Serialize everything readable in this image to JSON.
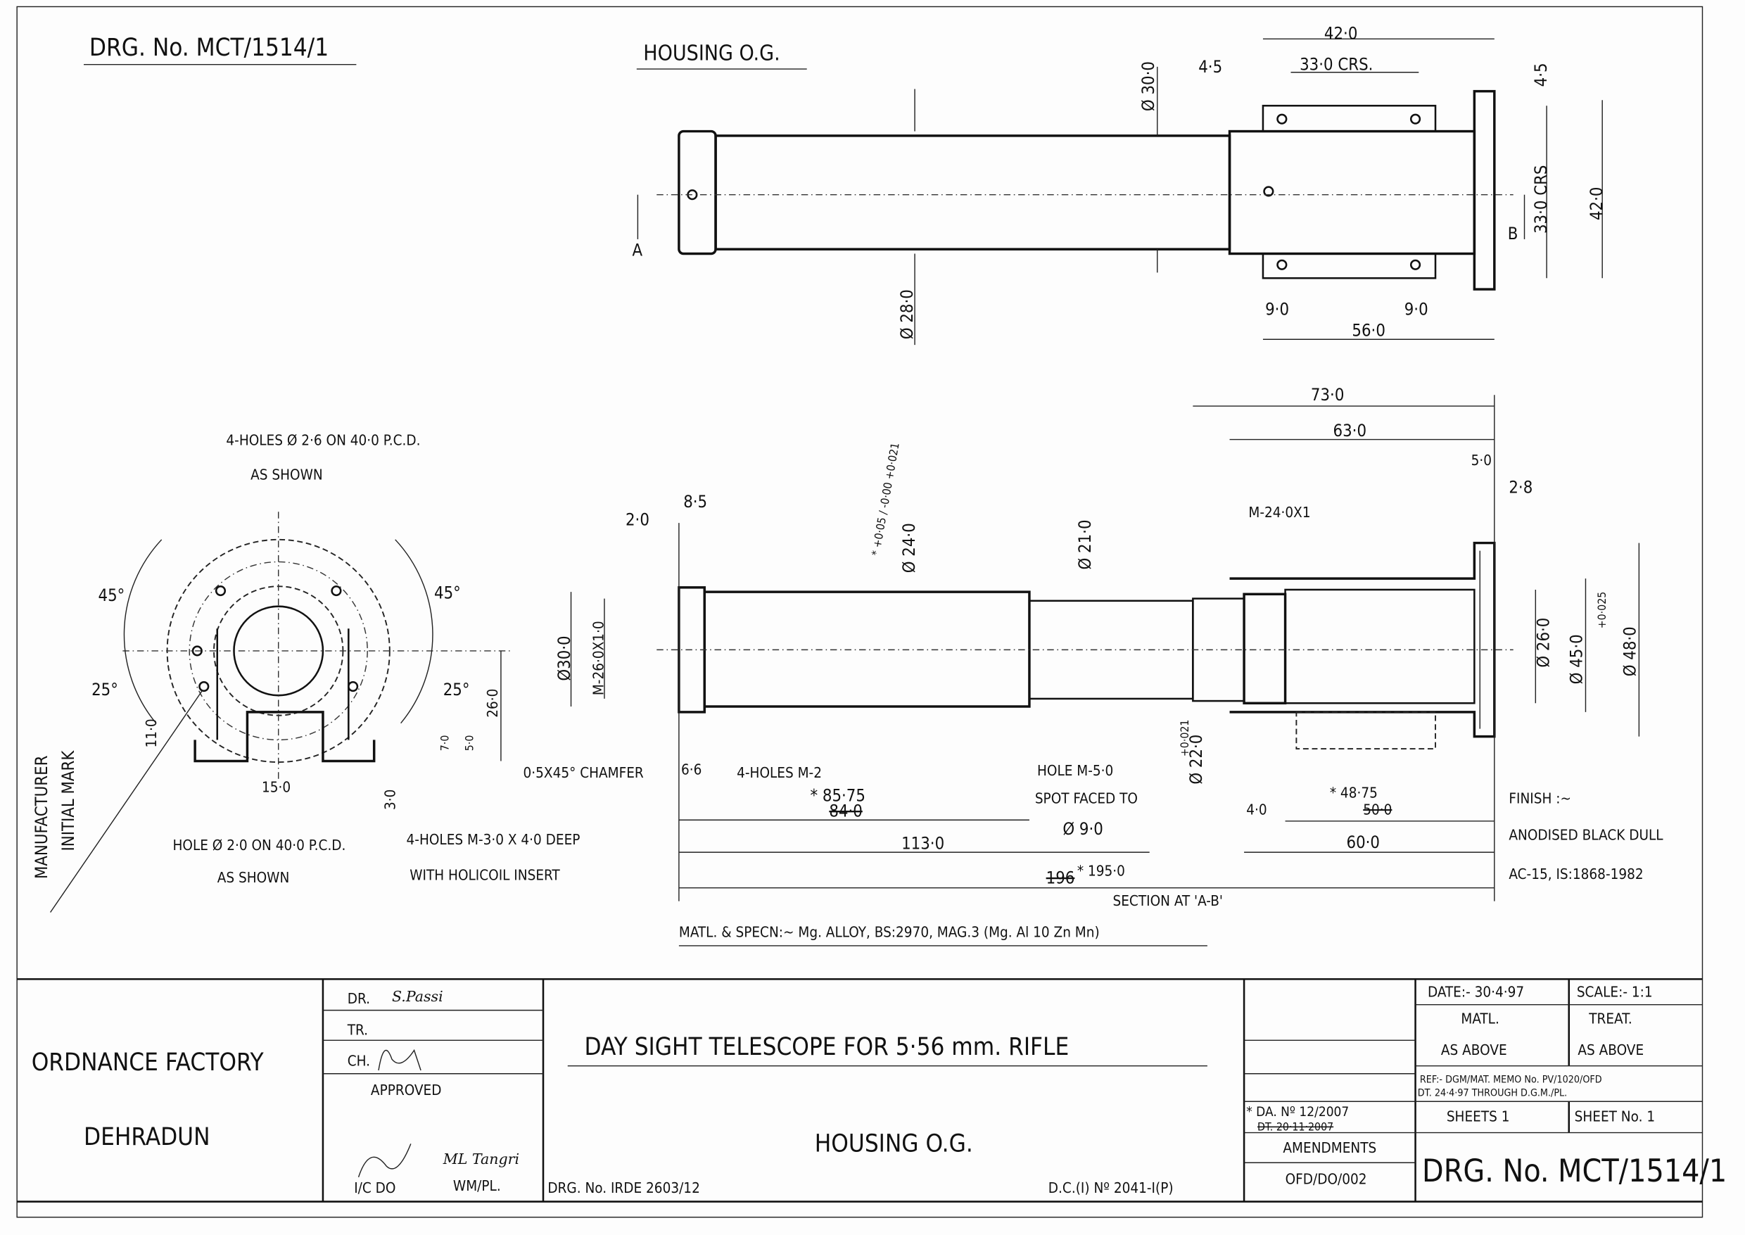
{
  "header": {
    "drawing_number_top": "DRG. No. MCT/1514/1",
    "part_title_top": "HOUSING O.G."
  },
  "top_view": {
    "dims": [
      "42·0",
      "33·0 CRS.",
      "4·5",
      "Ø 30·0",
      "4·5",
      "33·0 CRS",
      "42·0",
      "9·0",
      "9·0",
      "56·0",
      "Ø 28·0"
    ],
    "section_marks": [
      "A",
      "B"
    ]
  },
  "section_view": {
    "dims": {
      "d73": "73·0",
      "d63": "63·0",
      "d5": "5·0",
      "d2_8": "2·8",
      "d2": "2·0",
      "d8_5": "8·5",
      "d24": "Ø 24·0",
      "tol24": "* +0·05 / -0·00  +0·021",
      "d21": "Ø 21·0",
      "thread24": "M-24·0X1",
      "d30": "Ø30·0",
      "thread26": "M-26·0X1·0",
      "d26": "Ø 26·0",
      "d45": "Ø 45·0",
      "tol45": "+0·025",
      "d48": "Ø 48·0",
      "d22": "Ø 22·0",
      "tol22": "+0·021",
      "d6_6": "6·6",
      "d85_75": "* 85·75",
      "d84": "84·0",
      "d113": "113·0",
      "d196": "196",
      "d195": "* 195·0",
      "d4": "4·0",
      "d48_75": "* 48·75",
      "d50": "50·0",
      "d60": "60·0"
    },
    "notes": {
      "chamfer": "0·5X45° CHAMFER",
      "holes_m2": "4-HOLES M-2",
      "hole_m5": "HOLE M-5·0",
      "spot_faced": "SPOT FACED TO",
      "spot_dia": "Ø 9·0",
      "section": "SECTION AT 'A-B'",
      "material": "MATL. & SPECN:~ Mg. ALLOY, BS:2970, MAG.3 (Mg. Al 10 Zn Mn)",
      "finish_label": "FINISH :~",
      "finish_value": "ANODISED BLACK DULL",
      "finish_spec": "AC-15, IS:1868-1982"
    }
  },
  "end_view": {
    "notes": {
      "holes_26_a": "4-HOLES Ø 2·6 ON 40·0 P.C.D.",
      "holes_26_b": "AS SHOWN",
      "hole_20_a": "HOLE Ø 2·0 ON 40·0 P.C.D.",
      "hole_20_b": "AS SHOWN",
      "holes_m3_a": "4-HOLES M-3·0 X 4·0 DEEP",
      "holes_m3_b": "WITH HOLICOIL INSERT",
      "manufacturer_a": "MANUFACTURER",
      "manufacturer_b": "INITIAL MARK"
    },
    "dims": [
      "45°",
      "45°",
      "25°",
      "25°",
      "26·0",
      "11·0",
      "15·0",
      "3·0",
      "7·0",
      "5·0"
    ]
  },
  "title_block": {
    "company_line1": "ORDNANCE FACTORY",
    "company_line2": "DEHRADUN",
    "dr_label": "DR.",
    "tr_label": "TR.",
    "ch_label": "CH.",
    "approved_label": "APPROVED",
    "ic_do_label": "I/C DO",
    "wm_pl_label": "WM/PL.",
    "signature_dr": "S.Passi",
    "signature_wm": "ML Tangri",
    "title": "DAY SIGHT TELESCOPE FOR 5·56 mm. RIFLE",
    "subtitle": "HOUSING O.G.",
    "ref_drg": "DRG. No. IRDE 2603/12",
    "dc_no": "D.C.(I) Nº 2041-I(P)",
    "date": "DATE:- 30·4·97",
    "scale": "SCALE:- 1:1",
    "matl_label": "MATL.",
    "treat_label": "TREAT.",
    "matl_value": "AS ABOVE",
    "treat_value": "AS ABOVE",
    "ref_line1": "REF:- DGM/MAT. MEMO No. PV/1020/OFD",
    "ref_line2": "DT. 24·4·97 THROUGH D.G.M./PL.",
    "amend_no": "* DA. Nº 12/2007",
    "amend_date": "DT. 20·11·2007",
    "sheets": "SHEETS 1",
    "sheet_no": "SHEET No. 1",
    "amendments_label": "AMENDMENTS",
    "ofd_code": "OFD/DO/002",
    "drawing_number": "DRG. No. MCT/1514/1"
  }
}
